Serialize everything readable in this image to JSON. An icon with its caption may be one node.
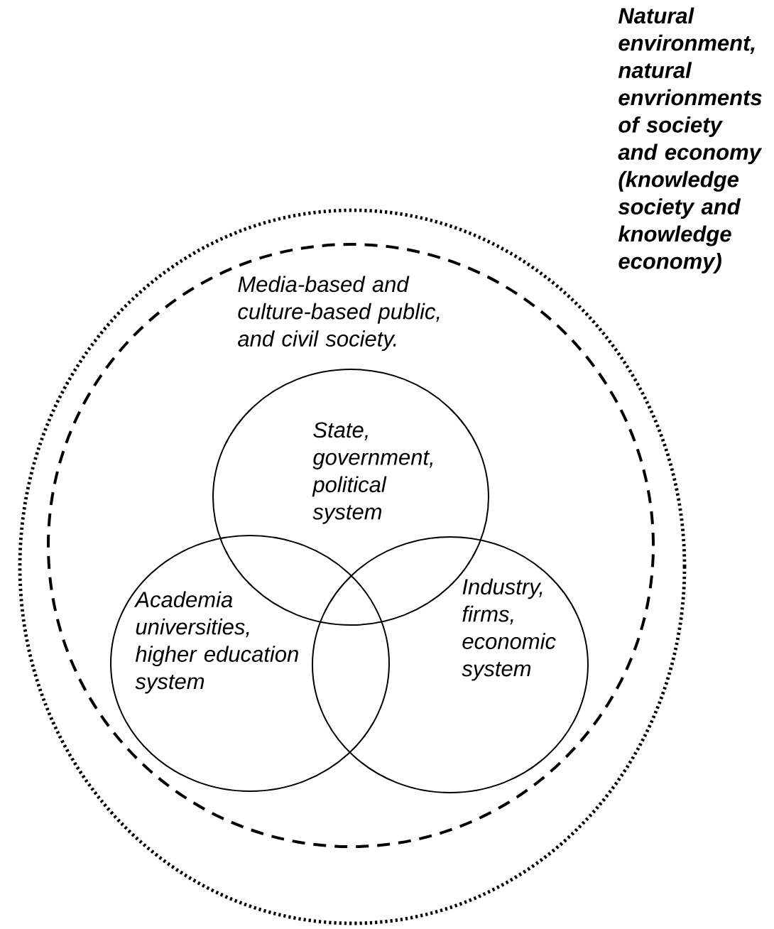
{
  "diagram": {
    "nodes": [
      {
        "text": [
          "Natural environment, natural envrionments of society and economy (knowledge society and knowledge economy)"
        ]
      },
      {
        "text": [
          "Media-based and culture-based public, and civil society."
        ],
        "in": 0
      },
      {
        "text": [
          "State, government, political system"
        ],
        "in": 1
      },
      {
        "text": [
          "Academia universities, higher education system"
        ],
        "in": 1
      },
      {
        "text": [
          "Industry, firms, economic system"
        ],
        "in": 1
      }
    ]
  }
}
